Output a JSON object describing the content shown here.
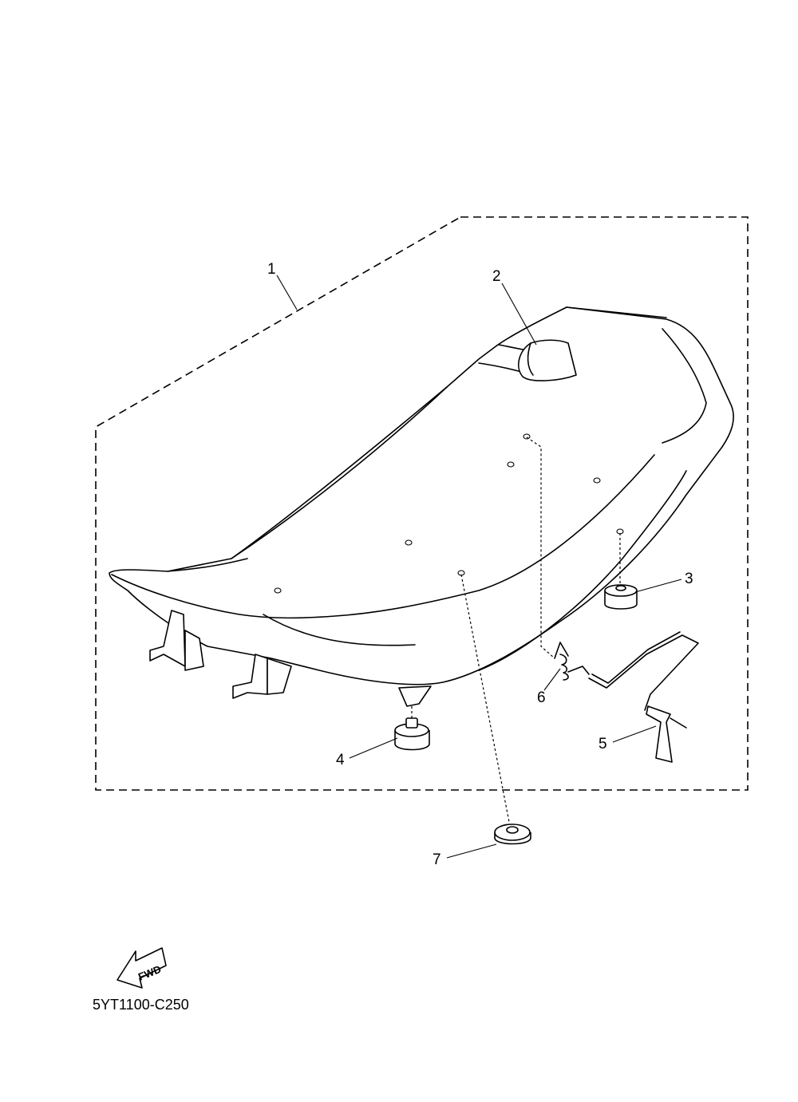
{
  "callouts": [
    "1",
    "2",
    "3",
    "4",
    "5",
    "6",
    "7"
  ],
  "fwd_label": "FWD",
  "diagram_code": "5YT1100-C250"
}
